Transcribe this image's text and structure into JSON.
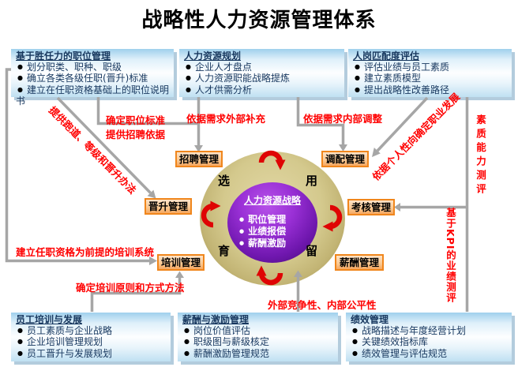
{
  "title": "战略性人力资源管理体系",
  "info_boxes": {
    "competency": {
      "header": "基于胜任力的职位管理",
      "bullets": [
        "划分职类、职种、职级",
        "确立各类各级任职(晋升)标准",
        "建立在任职资格基础上的职位说明书"
      ]
    },
    "hr_planning": {
      "header": "人力资源规划",
      "bullets": [
        "企业人才盘点",
        "人力资源职能战略提炼",
        "人才供需分析"
      ]
    },
    "person_job_fit": {
      "header": "人岗匹配度评估",
      "bullets": [
        "评估业绩与员工素质",
        "建立素质模型",
        "提出战略性改善路径"
      ]
    },
    "training_dev": {
      "header": "员工培训与发展",
      "bullets": [
        "员工素质与企业战略",
        "企业培训管理规划",
        "员工晋升与发展规划"
      ]
    },
    "compensation": {
      "header": "薪酬与激励管理",
      "bullets": [
        "岗位价值评估",
        "职级图与薪级核定",
        "薪酬激励管理规范"
      ]
    },
    "performance": {
      "header": "绩效管理",
      "bullets": [
        "战略描述与年度经营计划",
        "关键绩效指标库",
        "绩效管理与评估规范"
      ]
    }
  },
  "process_boxes": {
    "recruitment": "招聘管理",
    "deployment": "调配管理",
    "promotion": "晋升管理",
    "appraisal": "考核管理",
    "training": "培训管理",
    "salary": "薪酬管理"
  },
  "center": {
    "title": "人力资源战略",
    "bullets": [
      "职位管理",
      "业绩报偿",
      "薪酬激励"
    ],
    "ring_labels": {
      "select": "选",
      "use": "用",
      "develop": "育",
      "retain": "留"
    }
  },
  "flow_labels": {
    "set_position_standard": "确定职位标准",
    "recruit_basis": "提供招聘依据",
    "external_supplement": "依据需求外部补充",
    "internal_adjustment": "依据需求内部调整",
    "career_track": "提供跑道、等级和晋升办法",
    "personal_orientation": "依据个人性向确定职业发展",
    "quality_assessment": "素质能力测评",
    "kpi_assessment": "基于KPI的业绩测评",
    "training_system": "建立任职资格为前提的培训系统",
    "training_principles": "确定培训原则和方式方法",
    "fairness": "外部竞争性、内部公平性"
  },
  "colors": {
    "accent_red": "#FF0000",
    "line_gray": "#A6A6A6",
    "box_text_navy": "#17375E",
    "orange_border": "#F0861C",
    "ring_tan": "#D4C98D",
    "core_purple": "#6F17AE",
    "rotation_arrow_red": "#DF0404"
  }
}
